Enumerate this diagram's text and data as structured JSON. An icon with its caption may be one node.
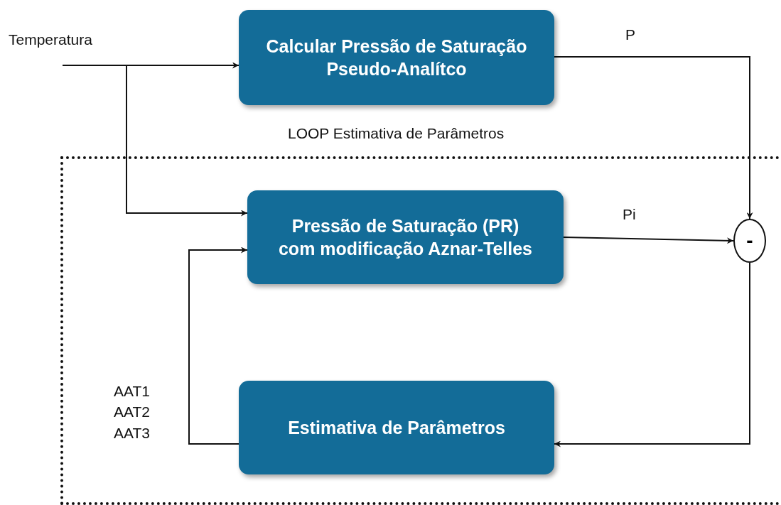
{
  "diagram": {
    "nodes": [
      {
        "text": [
          "LOOP Estimativa de Parâmetros"
        ]
      },
      {
        "text": [
          "Calcular Pressão de Saturação Pseudo-Analítco"
        ]
      },
      {
        "text": [
          "Pressão de Saturação (PR) com modificação Aznar-Telles"
        ],
        "in": 0
      },
      {
        "text": [
          "-"
        ],
        "in": 0
      },
      {
        "text": [
          "Estimativa de Parâmetros"
        ],
        "in": 0
      }
    ],
    "edges": [
      {
        "from": null,
        "to": 1,
        "arrow": "to"
      },
      {
        "from": null,
        "to": 2,
        "arrow": "to"
      },
      {
        "from": 1,
        "to": 3,
        "arrow": "to",
        "label": "P"
      },
      {
        "from": 2,
        "to": 3,
        "arrow": "to",
        "label": "Pi"
      },
      {
        "from": 3,
        "to": 4,
        "arrow": "to"
      },
      {
        "from": 4,
        "to": 2,
        "arrow": "to",
        "label": "AAT1 AAT2 AAT3"
      }
    ],
    "labels": [
      "Temperatura"
    ]
  }
}
